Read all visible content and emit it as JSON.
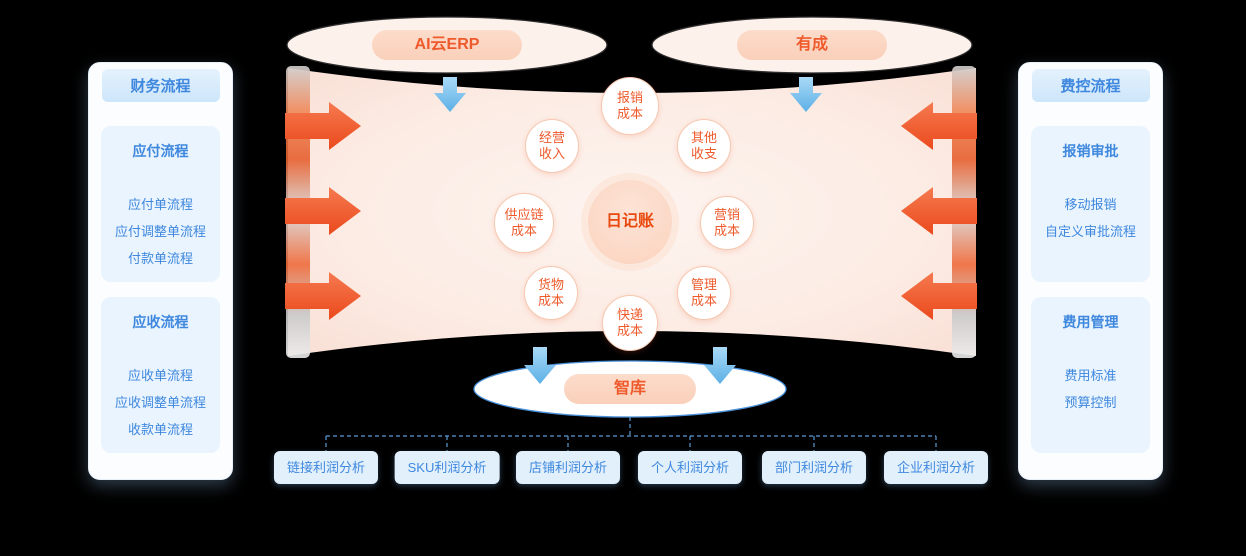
{
  "colors": {
    "accent_orange": "#ee5a2b",
    "accent_blue": "#3f88de",
    "panel_section_bg": "#e9f4fe",
    "funnel_fill": "#fbe9e1",
    "pill_bg": "#fbd6c2",
    "arrow_orange": "#f2542b",
    "arrow_blue": "#7ec2ec"
  },
  "top_sources": [
    {
      "label": "AI云ERP"
    },
    {
      "label": "有成"
    }
  ],
  "left_panel": {
    "title": "财务流程",
    "sections": [
      {
        "title": "应付流程",
        "items": [
          "应付单流程",
          "应付调整单流程",
          "付款单流程"
        ]
      },
      {
        "title": "应收流程",
        "items": [
          "应收单流程",
          "应收调整单流程",
          "收款单流程"
        ]
      }
    ]
  },
  "right_panel": {
    "title": "费控流程",
    "sections": [
      {
        "title": "报销审批",
        "items": [
          "移动报销",
          "自定义审批流程"
        ]
      },
      {
        "title": "费用管理",
        "items": [
          "费用标准",
          "预算控制"
        ]
      }
    ]
  },
  "funnel": {
    "center_label": "日记账",
    "nodes": [
      "报销\n成本",
      "经营\n收入",
      "其他\n收支",
      "供应链\n成本",
      "营销\n成本",
      "货物\n成本",
      "管理\n成本",
      "快递\n成本"
    ]
  },
  "output_hub": {
    "label": "智库"
  },
  "analysis_boxes": [
    "链接利润分析",
    "SKU利润分析",
    "店铺利润分析",
    "个人利润分析",
    "部门利润分析",
    "企业利润分析"
  ]
}
